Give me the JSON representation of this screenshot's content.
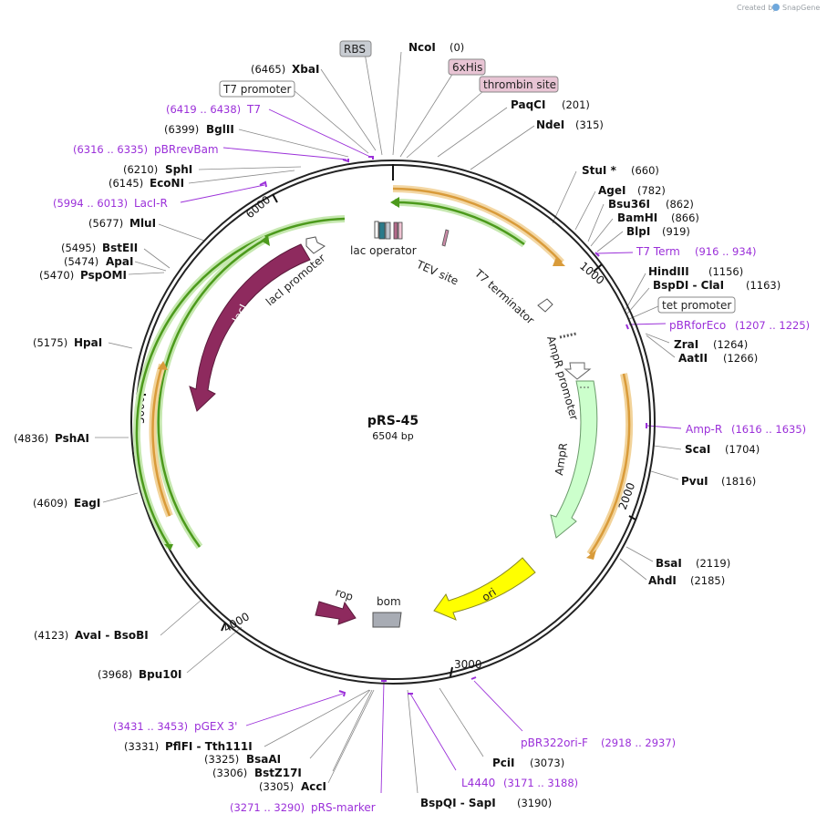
{
  "credit": {
    "prefix": "Created by",
    "brand": "SnapGene"
  },
  "plasmid": {
    "name": "pRS-45",
    "size_label": "6504 bp",
    "length": 6504
  },
  "ticks": [
    "1000",
    "2000",
    "3000",
    "4000",
    "5000",
    "6000"
  ],
  "enzyme_labels": [
    {
      "name": "NcoI",
      "pos": "(0)"
    },
    {
      "name": "PaqCI",
      "pos": "(201)"
    },
    {
      "name": "NdeI",
      "pos": "(315)"
    },
    {
      "name": "StuI *",
      "pos": "(660)"
    },
    {
      "name": "AgeI",
      "pos": "(782)"
    },
    {
      "name": "Bsu36I",
      "pos": "(862)"
    },
    {
      "name": "BamHI",
      "pos": "(866)"
    },
    {
      "name": "BlpI",
      "pos": "(919)"
    },
    {
      "name": "HindIII",
      "pos": "(1156)"
    },
    {
      "name": "BspDI - ClaI",
      "pos": "(1163)"
    },
    {
      "name": "ZraI",
      "pos": "(1264)"
    },
    {
      "name": "AatII",
      "pos": "(1266)"
    },
    {
      "name": "ScaI",
      "pos": "(1704)"
    },
    {
      "name": "PvuI",
      "pos": "(1816)"
    },
    {
      "name": "BsaI",
      "pos": "(2119)"
    },
    {
      "name": "AhdI",
      "pos": "(2185)"
    },
    {
      "name": "PciI",
      "pos": "(3073)"
    },
    {
      "name": "BspQI - SapI",
      "pos": "(3190)"
    },
    {
      "name": "AccI",
      "pos": "(3305)"
    },
    {
      "name": "BstZ17I",
      "pos": "(3306)"
    },
    {
      "name": "BsaAI",
      "pos": "(3325)"
    },
    {
      "name": "PflFI - Tth111I",
      "pos": "(3331)"
    },
    {
      "name": "Bpu10I",
      "pos": "(3968)"
    },
    {
      "name": "AvaI - BsoBI",
      "pos": "(4123)"
    },
    {
      "name": "EagI",
      "pos": "(4609)"
    },
    {
      "name": "PshAI",
      "pos": "(4836)"
    },
    {
      "name": "HpaI",
      "pos": "(5175)"
    },
    {
      "name": "PspOMI",
      "pos": "(5470)"
    },
    {
      "name": "ApaI",
      "pos": "(5474)"
    },
    {
      "name": "BstEII",
      "pos": "(5495)"
    },
    {
      "name": "MluI",
      "pos": "(5677)"
    },
    {
      "name": "EcoNI",
      "pos": "(6145)"
    },
    {
      "name": "SphI",
      "pos": "(6210)"
    },
    {
      "name": "BglII",
      "pos": "(6399)"
    },
    {
      "name": "XbaI",
      "pos": "(6465)"
    }
  ],
  "primer_labels": [
    {
      "name": "T7 Term",
      "range": "(916 .. 934)"
    },
    {
      "name": "pBRforEco",
      "range": "(1207 .. 1225)"
    },
    {
      "name": "Amp-R",
      "range": "(1616 .. 1635)"
    },
    {
      "name": "pBR322ori-F",
      "range": "(2918 .. 2937)"
    },
    {
      "name": "L4440",
      "range": "(3171 .. 3188)"
    },
    {
      "name": "pRS-marker",
      "range": "(3271 .. 3290)"
    },
    {
      "name": "pGEX 3'",
      "range": "(3431 .. 3453)"
    },
    {
      "name": "LacI-R",
      "range": "(5994 .. 6013)"
    },
    {
      "name": "pBRrevBam",
      "range": "(6316 .. 6335)"
    },
    {
      "name": "T7",
      "range": "(6419 .. 6438)"
    }
  ],
  "boxed_labels": [
    "RBS",
    "6xHis",
    "thrombin site",
    "T7 promoter",
    "tet promoter"
  ],
  "features": {
    "lac_operator": "lac operator",
    "tev_site": "TEV site",
    "t7_terminator": "T7 terminator",
    "ampr_promoter": "AmpR promoter",
    "ampr": "AmpR",
    "laci": "lacI",
    "laci_promoter": "lacI promoter",
    "ori": "ori",
    "rop": "rop",
    "bom": "bom"
  },
  "colors": {
    "backbone": "#222222",
    "primer": "#9b30d9",
    "laci": "#8e2a5e",
    "ampr": "#ccffcc",
    "ori": "#ffff00",
    "orf_orange": "#d99b3a",
    "orf_green": "#4c9a1c",
    "bom": "#a8acb4",
    "his_tag": "#f0c4d4",
    "rbs_box": "#c8ccd2"
  }
}
